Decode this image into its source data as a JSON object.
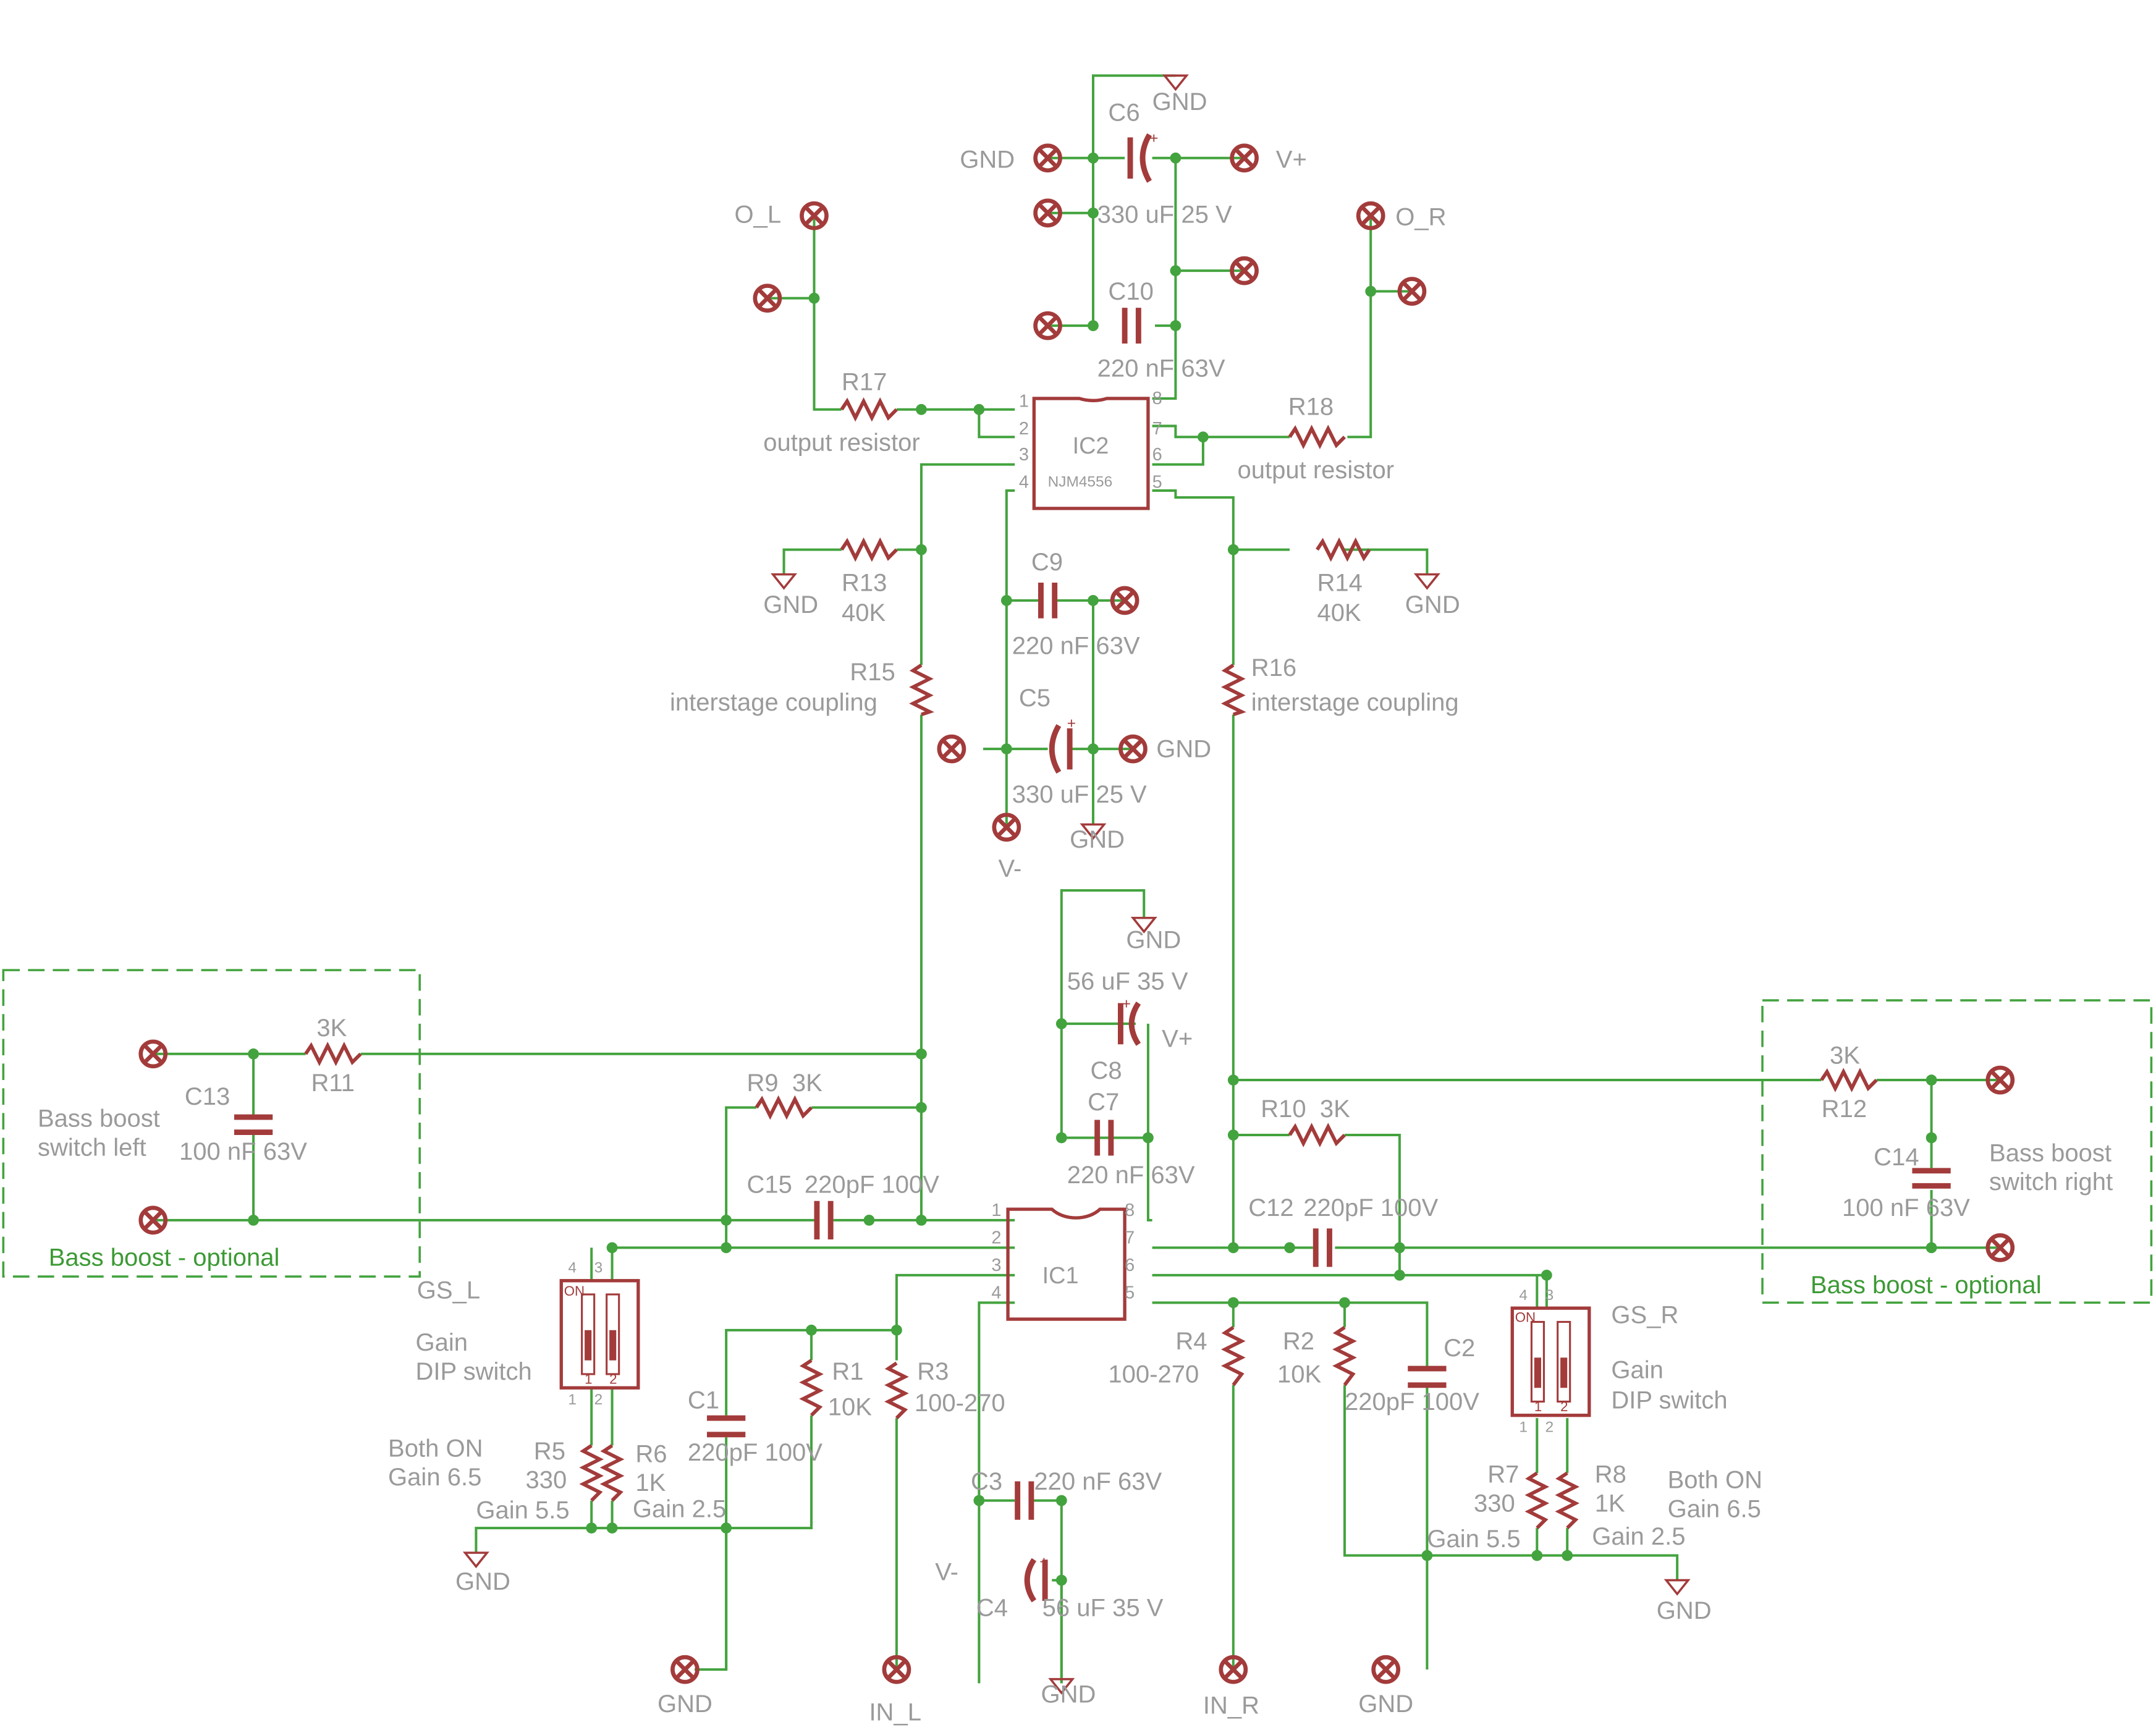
{
  "colors": {
    "wire": "#43a33e",
    "symbol": "#a33b3b",
    "label": "#9a9a9a",
    "note": "#3c9a35",
    "background": "#ffffff"
  },
  "symbols": {
    "pad": "crossed-circle-terminal-icon",
    "ground": "ground-triangle-icon",
    "resistor": "zigzag-resistor-icon",
    "capacitor": "parallel-plate-capacitor-icon"
  },
  "ic2": {
    "name": "IC2",
    "part": "NJM4556",
    "pins_left": [
      "1",
      "2",
      "3",
      "4"
    ],
    "pins_right": [
      "8",
      "7",
      "6",
      "5"
    ]
  },
  "ic1": {
    "name": "IC1",
    "pins_left": [
      "1",
      "2",
      "3",
      "4"
    ],
    "pins_right": [
      "8",
      "7",
      "6",
      "5"
    ]
  },
  "gnd": "GND",
  "vplus": "V+",
  "vminus": "V-",
  "ports": {
    "o_l": "O_L",
    "o_r": "O_R",
    "in_l": "IN_L",
    "in_r": "IN_R"
  },
  "c6": {
    "name": "C6",
    "value": "330 uF 25 V"
  },
  "c10": {
    "name": "C10",
    "value": "220 nF 63V"
  },
  "r17": {
    "name": "R17",
    "note": "output resistor"
  },
  "r18": {
    "name": "R18",
    "note": "output resistor"
  },
  "r13": {
    "name": "R13",
    "value": "40K"
  },
  "r14": {
    "name": "R14",
    "value": "40K"
  },
  "c9": {
    "name": "C9",
    "value": "220 nF 63V"
  },
  "c5": {
    "name": "C5",
    "value": "330 uF 25 V"
  },
  "r15": {
    "name": "R15",
    "note": "interstage coupling"
  },
  "r16": {
    "name": "R16",
    "note": "interstage coupling"
  },
  "c8": {
    "name": "C8",
    "value": "56 uF 35 V"
  },
  "c7": {
    "name": "C7",
    "value": "220 nF 63V"
  },
  "r9": {
    "name": "R9",
    "value": "3K"
  },
  "r10": {
    "name": "R10",
    "value": "3K"
  },
  "c15": {
    "name": "C15",
    "value": "220pF 100V"
  },
  "c12": {
    "name": "C12",
    "value": "220pF 100V"
  },
  "r11": {
    "name": "R11",
    "value": "3K"
  },
  "r12": {
    "name": "R12",
    "value": "3K"
  },
  "c13": {
    "name": "C13",
    "value": "100 nF 63V"
  },
  "c14": {
    "name": "C14",
    "value": "100 nF 63V"
  },
  "bass_left": {
    "line1": "Bass boost",
    "line2": "switch left",
    "optional": "Bass boost - optional"
  },
  "bass_right": {
    "line1": "Bass boost",
    "line2": "switch right",
    "optional": "Bass boost - optional"
  },
  "gs_l": {
    "name": "GS_L",
    "line1": "Gain",
    "line2": "DIP switch",
    "on": "ON",
    "pins_top": [
      "4",
      "3"
    ],
    "pins_bottom": [
      "1",
      "2"
    ],
    "switch_nums": [
      "1",
      "2"
    ]
  },
  "gs_r": {
    "name": "GS_R",
    "line1": "Gain",
    "line2": "DIP switch",
    "on": "ON",
    "pins_top": [
      "4",
      "3"
    ],
    "pins_bottom": [
      "1",
      "2"
    ],
    "switch_nums": [
      "1",
      "2"
    ]
  },
  "r5": {
    "name": "R5",
    "value": "330",
    "gain": "Gain 5.5"
  },
  "r6": {
    "name": "R6",
    "value": "1K",
    "gain": "Gain 2.5"
  },
  "r7": {
    "name": "R7",
    "value": "330",
    "gain": "Gain 5.5"
  },
  "r8": {
    "name": "R8",
    "value": "1K",
    "gain": "Gain 2.5"
  },
  "both_on": {
    "line1": "Both ON",
    "line2": "Gain 6.5"
  },
  "c1": {
    "name": "C1",
    "value": "220pF 100V"
  },
  "r1": {
    "name": "R1",
    "value": "10K"
  },
  "r3": {
    "name": "R3",
    "value": "100-270"
  },
  "r4": {
    "name": "R4",
    "value": "100-270"
  },
  "r2": {
    "name": "R2",
    "value": "10K"
  },
  "c2": {
    "name": "C2",
    "value": "220pF 100V"
  },
  "c3": {
    "name": "C3",
    "value": "220 nF 63V"
  },
  "c4": {
    "name": "C4",
    "value": "56 uF 35 V"
  }
}
